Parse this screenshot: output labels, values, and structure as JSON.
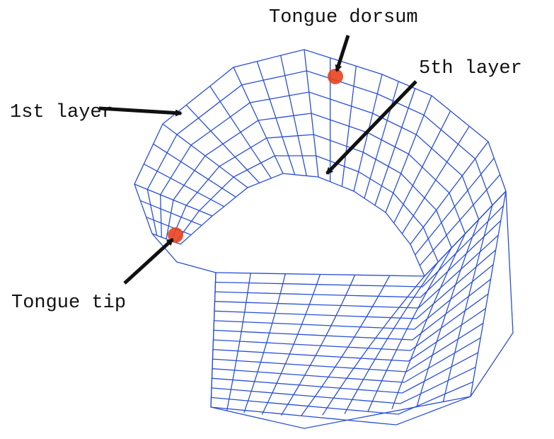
{
  "diagram": {
    "labels": {
      "tongue_dorsum": "Tongue dorsum",
      "fifth_layer": "5th layer",
      "first_layer": "1st layer",
      "tongue_tip": "Tongue tip"
    },
    "colors": {
      "mesh": "#2a4fd6",
      "marker": "#e8431f",
      "arrow": "#111111",
      "text": "#111111"
    }
  }
}
